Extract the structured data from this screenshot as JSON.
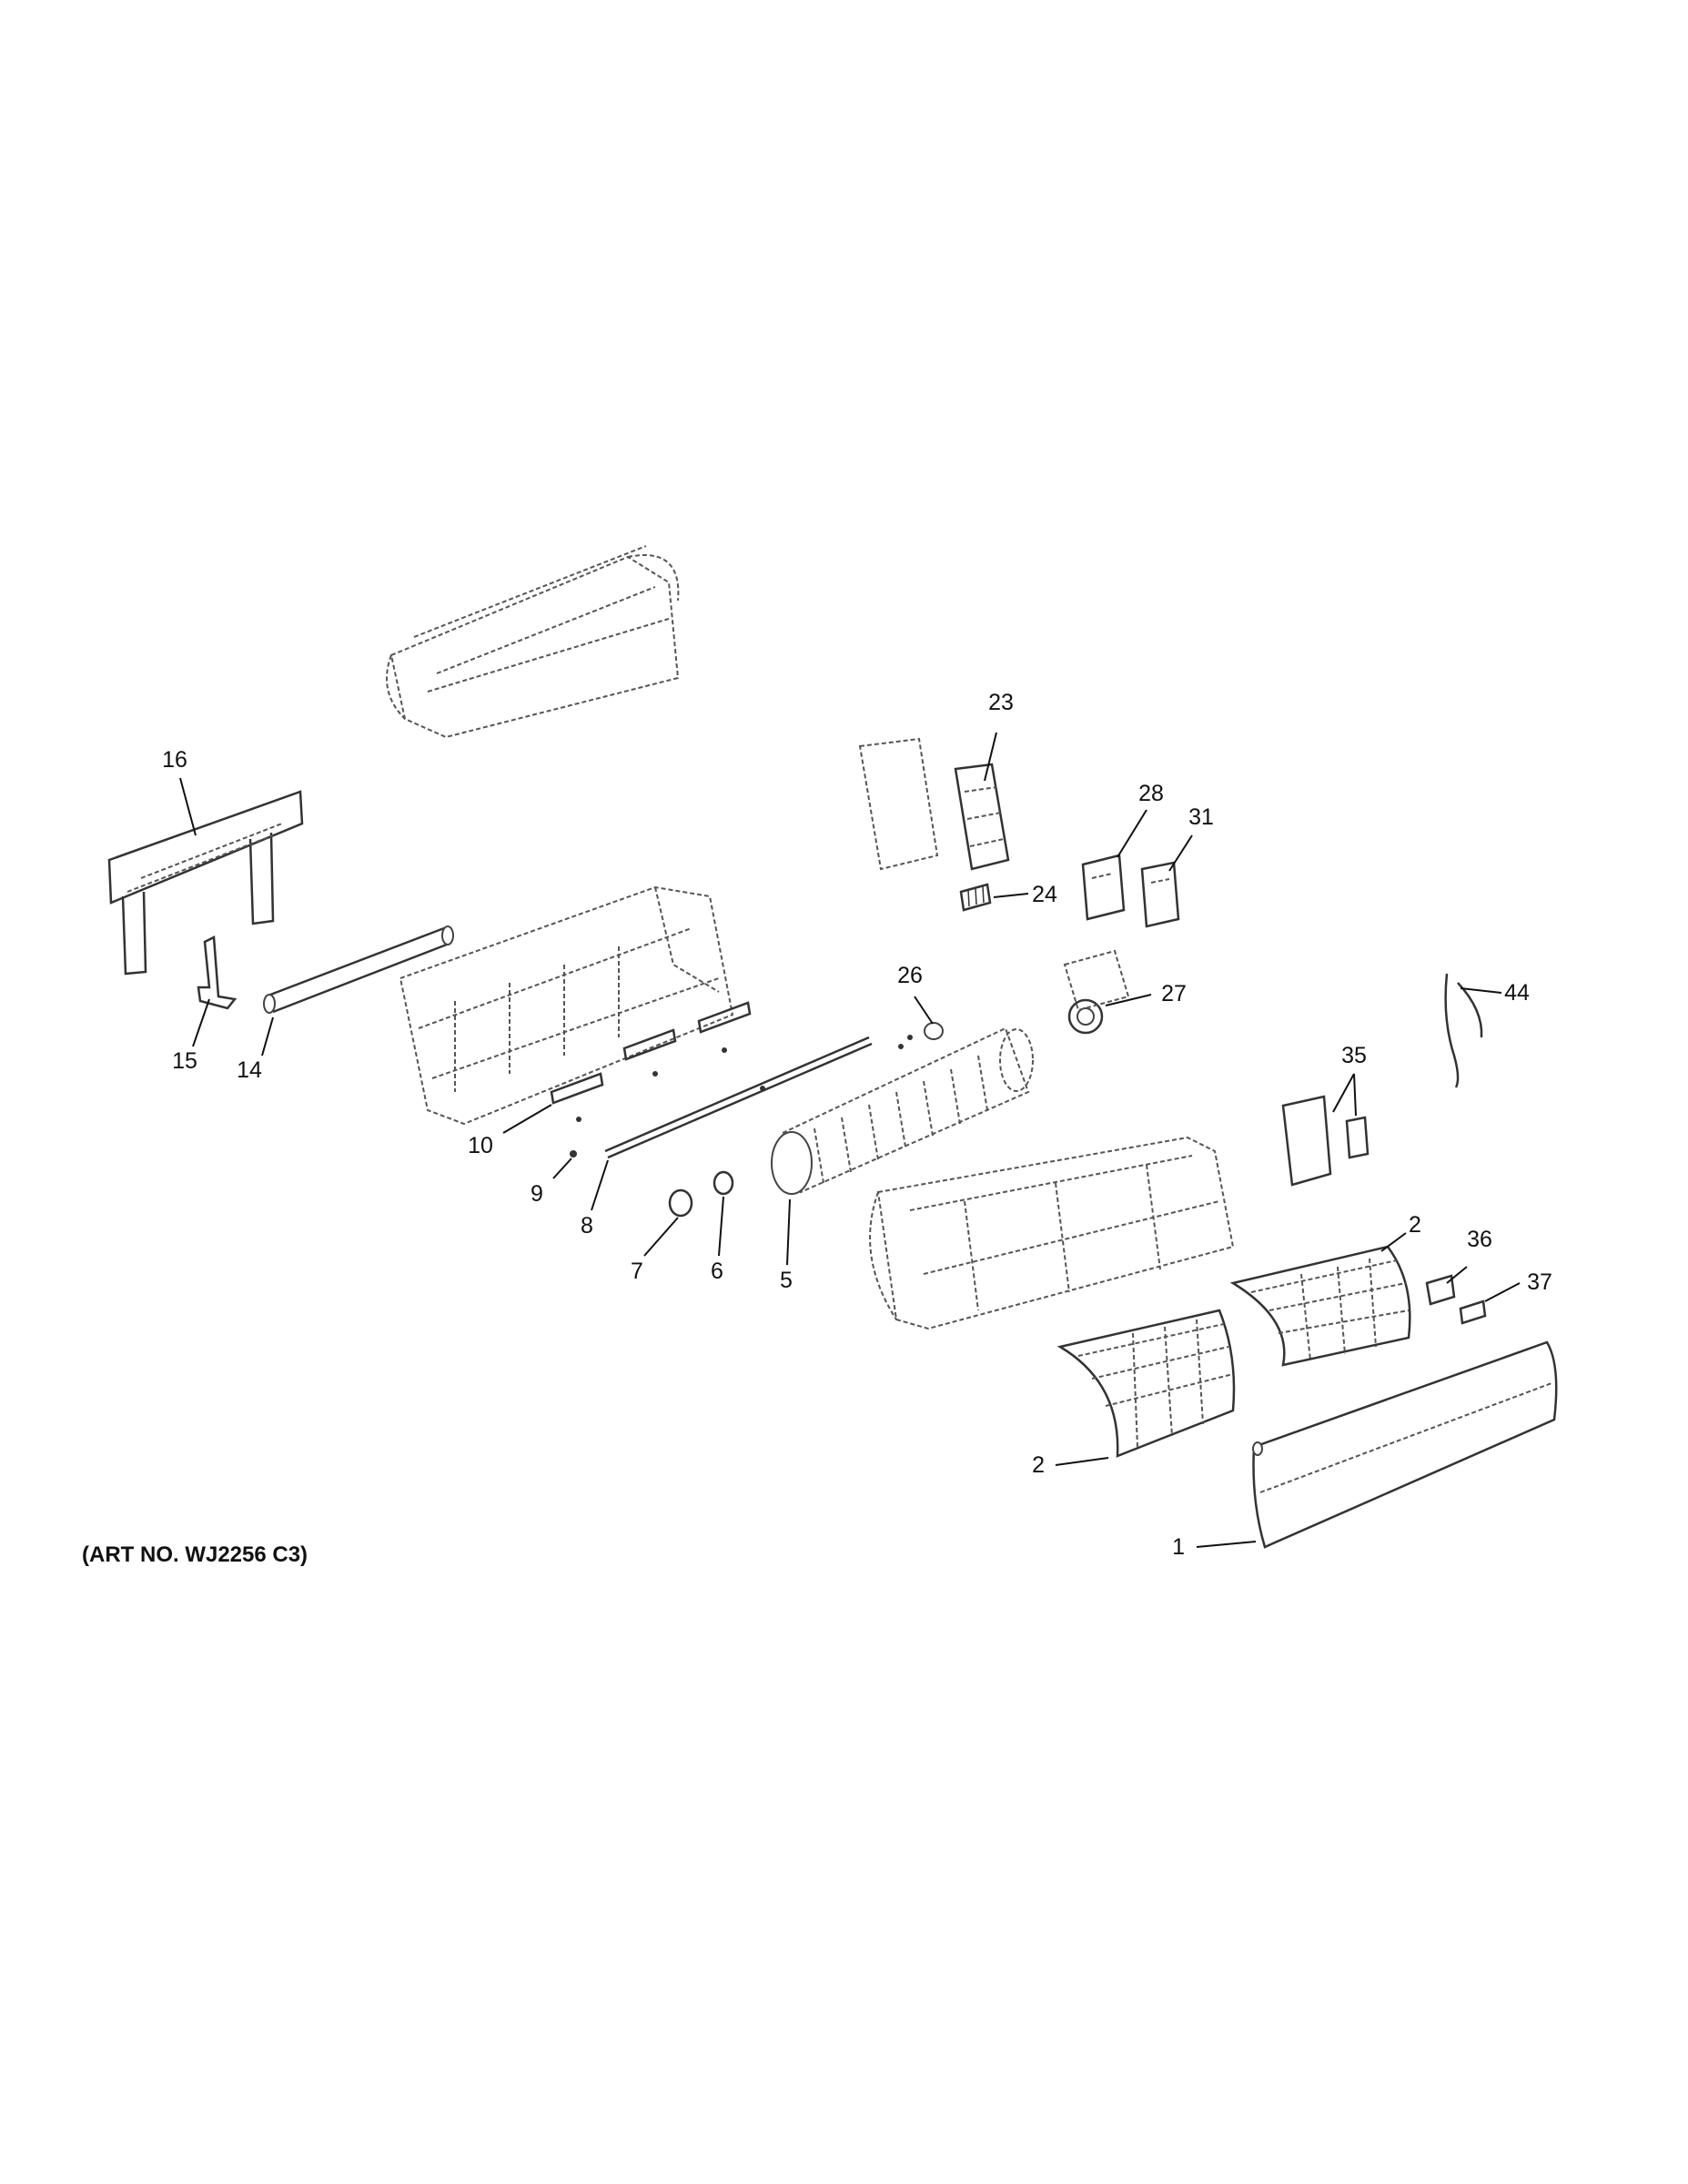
{
  "art_number": "(ART NO. WJ2256 C3)",
  "callouts": [
    {
      "id": "c1",
      "text": "1"
    },
    {
      "id": "c2a",
      "text": "2"
    },
    {
      "id": "c2b",
      "text": "2"
    },
    {
      "id": "c5",
      "text": "5"
    },
    {
      "id": "c6",
      "text": "6"
    },
    {
      "id": "c7",
      "text": "7"
    },
    {
      "id": "c8",
      "text": "8"
    },
    {
      "id": "c9",
      "text": "9"
    },
    {
      "id": "c10",
      "text": "10"
    },
    {
      "id": "c14",
      "text": "14"
    },
    {
      "id": "c15",
      "text": "15"
    },
    {
      "id": "c16",
      "text": "16"
    },
    {
      "id": "c23",
      "text": "23"
    },
    {
      "id": "c24",
      "text": "24"
    },
    {
      "id": "c26",
      "text": "26"
    },
    {
      "id": "c27",
      "text": "27"
    },
    {
      "id": "c28",
      "text": "28"
    },
    {
      "id": "c31",
      "text": "31"
    },
    {
      "id": "c35",
      "text": "35"
    },
    {
      "id": "c36",
      "text": "36"
    },
    {
      "id": "c37",
      "text": "37"
    },
    {
      "id": "c44",
      "text": "44"
    }
  ]
}
